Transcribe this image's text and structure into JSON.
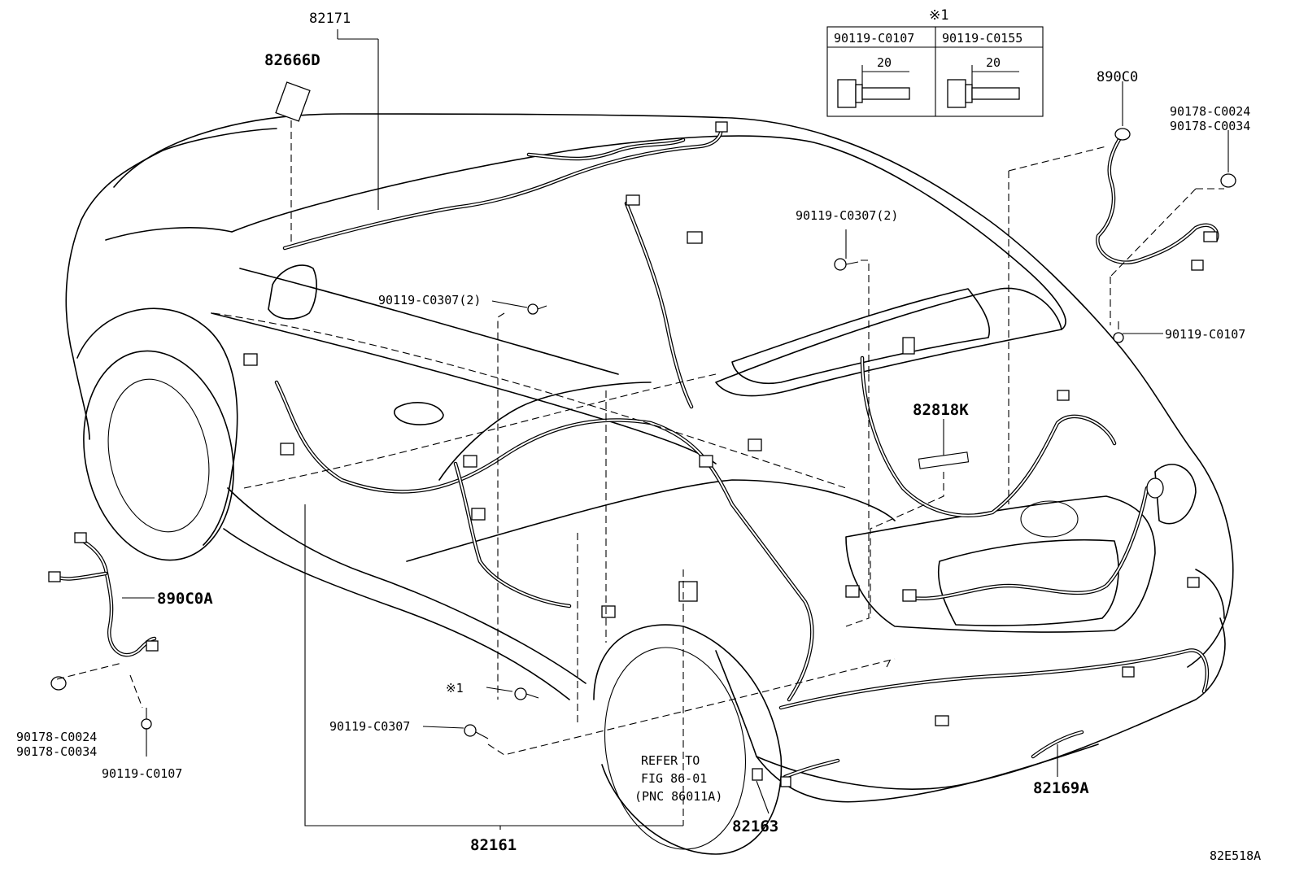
{
  "labels": {
    "p82171": "82171",
    "p82666D": "82666D",
    "p90119_C0307_2_a": "90119-C0307(2)",
    "p90119_C0307_2_b": "90119-C0307(2)",
    "p890C0": "890C0",
    "p90178_C0024_r": "90178-C0024",
    "p90178_C0034_r": "90178-C0034",
    "p90119_C0107_r": "90119-C0107",
    "p82818K": "82818K",
    "p890C0A": "890C0A",
    "p90178_C0024_l": "90178-C0024",
    "p90178_C0034_l": "90178-C0034",
    "p90119_C0107_l": "90119-C0107",
    "note1": "※1",
    "p90119_C0307": "90119-C0307",
    "refer_1": "REFER TO",
    "refer_2": "FIG 86-01",
    "refer_3": "(PNC 86011A)",
    "p82161": "82161",
    "p82163": "82163",
    "p82169A": "82169A",
    "figure_id": "82E518A"
  },
  "bolt_table": {
    "marker": "※1",
    "col1_header": "90119-C0107",
    "col2_header": "90119-C0155",
    "col1_length": "20",
    "col2_length": "20"
  }
}
